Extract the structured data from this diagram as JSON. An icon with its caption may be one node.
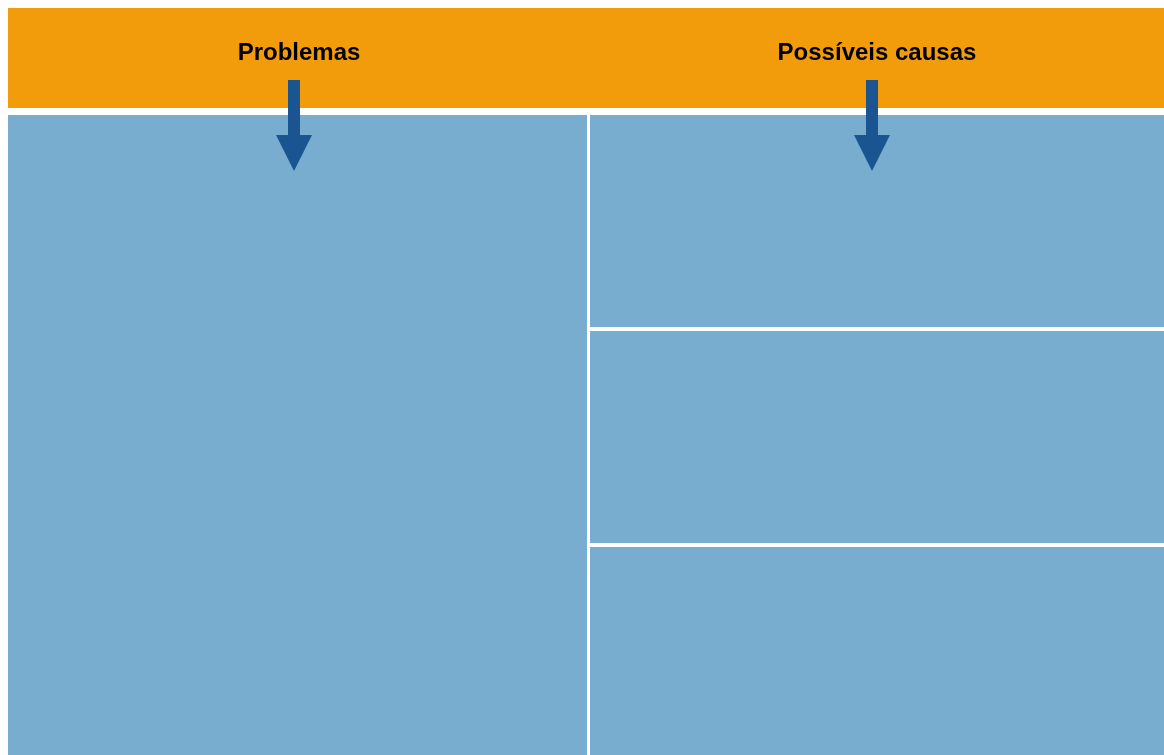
{
  "diagram": {
    "nodes": [
      {
        "text": [
          "Problemas"
        ]
      },
      {
        "text": [
          "Possíveis causas"
        ]
      },
      {
        "text": [],
        "shape": "box"
      },
      {
        "text": [],
        "shape": "box"
      },
      {
        "text": [],
        "shape": "box"
      },
      {
        "text": [],
        "shape": "box"
      }
    ],
    "edges": [
      {
        "from": 0,
        "to": 2,
        "arrow": "to"
      },
      {
        "from": 1,
        "to": 3,
        "arrow": "to"
      }
    ]
  }
}
